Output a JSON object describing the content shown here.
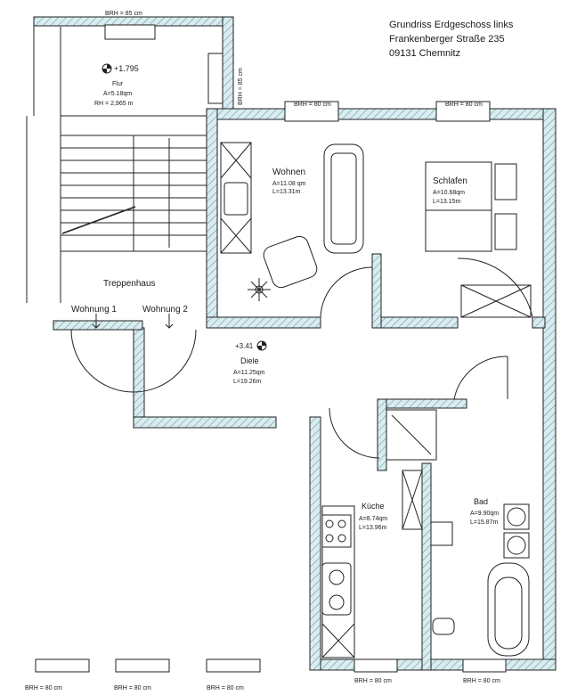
{
  "header": {
    "title": "Grundriss Erdgeschoss links",
    "street": "Frankenberger Straße 235",
    "city": "09131 Chemnitz"
  },
  "rooms": {
    "flur": {
      "level": "+1.795",
      "name": "Flur",
      "area": "A=5.18qm",
      "rh": "RH = 2,965 m"
    },
    "wohnen": {
      "name": "Wohnen",
      "area": "A=11.08 qm",
      "perimeter": "L=13.31m"
    },
    "schlafen": {
      "name": "Schlafen",
      "area": "A=10.68qm",
      "perimeter": "L=13.15m"
    },
    "treppenhaus": {
      "name": "Treppenhaus",
      "wohnung1": "Wohnung 1",
      "wohnung2": "Wohnung 2"
    },
    "diele": {
      "level": "+3.41",
      "name": "Diele",
      "area": "A=11.25qm",
      "perimeter": "L=19.26m"
    },
    "kueche": {
      "name": "Küche",
      "area": "A=8.74qm",
      "perimeter": "L=13.96m"
    },
    "bad": {
      "name": "Bad",
      "area": "A=9.90qm",
      "perimeter": "L=15.87m"
    }
  },
  "windows": {
    "top_left": "BRH = 85 cm",
    "right_flur": "BRH = 85 cm",
    "wohnen": "BRH = 80 cm",
    "schlafen": "BRH = 80 cm",
    "bottom_1": "BRH = 80 cm",
    "bottom_2": "BRH = 80 cm",
    "bottom_3": "BRH = 80 cm",
    "bottom_4": "BRH = 80 cm",
    "bottom_5": "BRH = 80 cm"
  },
  "colors": {
    "wall_fill": "#d9ecef",
    "hatch": "#6a9aa6",
    "line": "#222222"
  }
}
